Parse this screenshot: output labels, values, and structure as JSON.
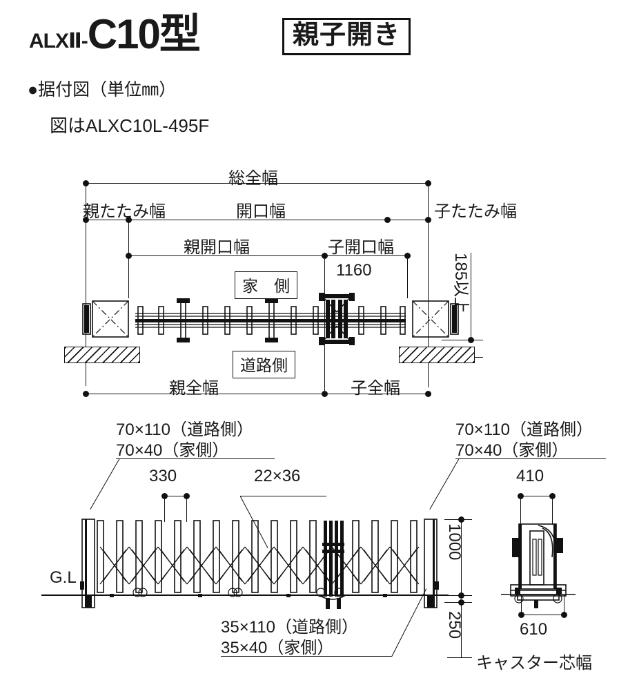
{
  "header": {
    "brand_prefix": "ALXⅡ-",
    "model_name": "C10型",
    "type_badge": "親子開き",
    "section_title": "●据付図（単位㎜）",
    "figure_note": "図はALXC10L-495F"
  },
  "plan_view": {
    "dim_total_width": "総全幅",
    "dim_parent_fold_width": "親たたみ幅",
    "dim_opening_width": "開口幅",
    "dim_child_fold_width": "子たたみ幅",
    "dim_parent_opening_width": "親開口幅",
    "dim_child_opening_width": "子開口幅",
    "dim_child_opening_value": "1160",
    "label_house_side": "家　側",
    "label_road_side": "道路側",
    "dim_clearance_vertical": "185以上",
    "dim_parent_full_width": "親全幅",
    "dim_child_full_width": "子全幅"
  },
  "elevation_view": {
    "post_spec_road_left": "70×110（道路側）",
    "post_spec_house_left": "70×40（家側）",
    "dim_pitch": "330",
    "lattice_spec": "22×36",
    "rail_spec_road": "35×110（道路側）",
    "rail_spec_house": "35×40（家側）",
    "ground_level": "G.L",
    "dim_height_above": "1000",
    "dim_height_below": "250"
  },
  "side_view": {
    "post_spec_road_right": "70×110（道路側）",
    "post_spec_house_right": "70×40（家側）",
    "dim_post_width": "410",
    "dim_caster_width": "610",
    "caster_caption": "キャスター芯幅"
  }
}
